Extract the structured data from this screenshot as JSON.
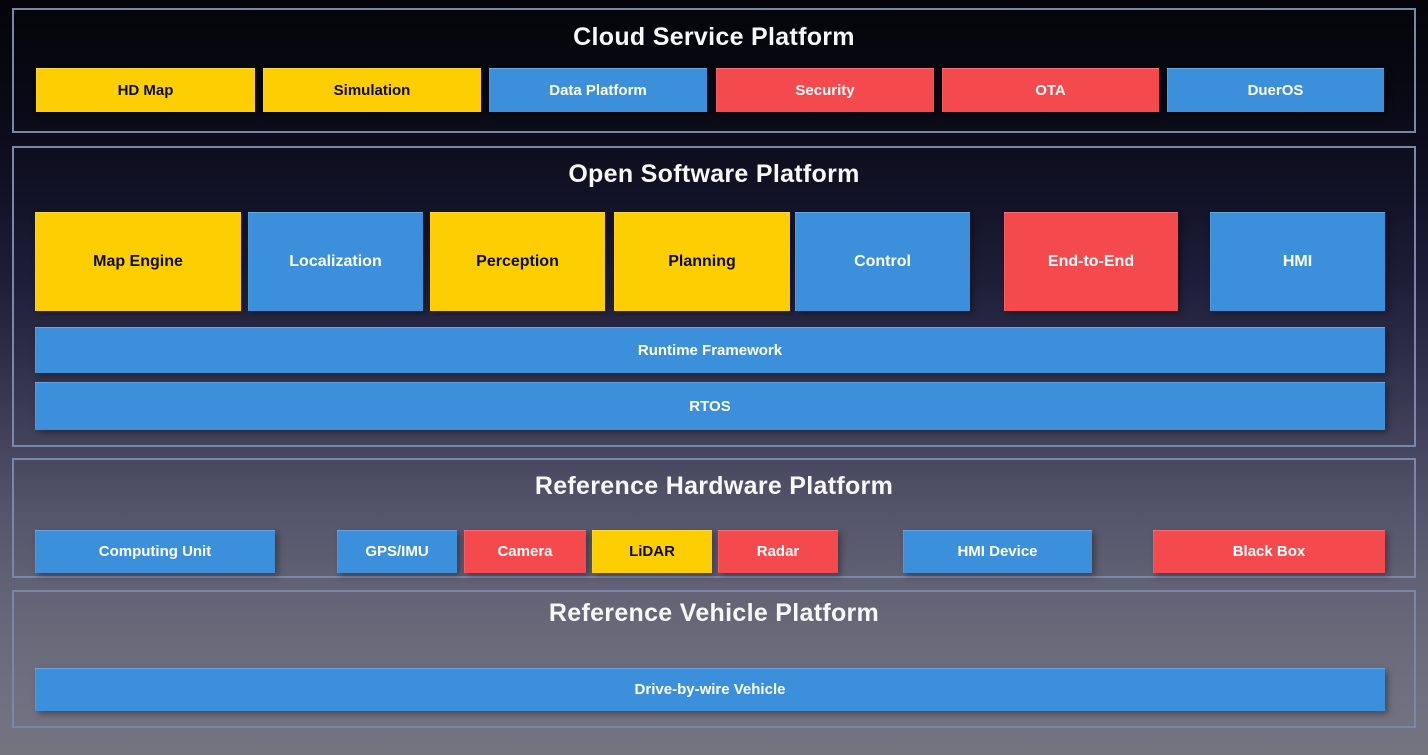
{
  "colors": {
    "yellow": "#FDCE01",
    "blue": "#3B8FDB",
    "red": "#F54A4D",
    "frame": "#7A87A8",
    "bg_top": "#04040A",
    "bg_bottom": "#74747F"
  },
  "sections": [
    {
      "title": "Cloud Service Platform",
      "boxes": [
        {
          "label": "HD Map",
          "color": "yellow"
        },
        {
          "label": "Simulation",
          "color": "yellow"
        },
        {
          "label": "Data Platform",
          "color": "blue"
        },
        {
          "label": "Security",
          "color": "red"
        },
        {
          "label": "OTA",
          "color": "red"
        },
        {
          "label": "DuerOS",
          "color": "blue"
        }
      ]
    },
    {
      "title": "Open Software Platform",
      "boxes": [
        {
          "label": "Map Engine",
          "color": "yellow"
        },
        {
          "label": "Localization",
          "color": "blue"
        },
        {
          "label": "Perception",
          "color": "yellow"
        },
        {
          "label": "Planning",
          "color": "yellow"
        },
        {
          "label": "Control",
          "color": "blue"
        },
        {
          "label": "End-to-End",
          "color": "red"
        },
        {
          "label": "HMI",
          "color": "blue"
        }
      ],
      "bars": [
        {
          "label": "Runtime Framework",
          "color": "blue"
        },
        {
          "label": "RTOS",
          "color": "blue"
        }
      ]
    },
    {
      "title": "Reference Hardware Platform",
      "boxes": [
        {
          "label": "Computing Unit",
          "color": "blue"
        },
        {
          "label": "GPS/IMU",
          "color": "blue"
        },
        {
          "label": "Camera",
          "color": "red"
        },
        {
          "label": "LiDAR",
          "color": "yellow"
        },
        {
          "label": "Radar",
          "color": "red"
        },
        {
          "label": "HMI Device",
          "color": "blue"
        },
        {
          "label": "Black Box",
          "color": "red"
        }
      ]
    },
    {
      "title": "Reference Vehicle Platform",
      "bars": [
        {
          "label": "Drive-by-wire Vehicle",
          "color": "blue"
        }
      ]
    }
  ]
}
